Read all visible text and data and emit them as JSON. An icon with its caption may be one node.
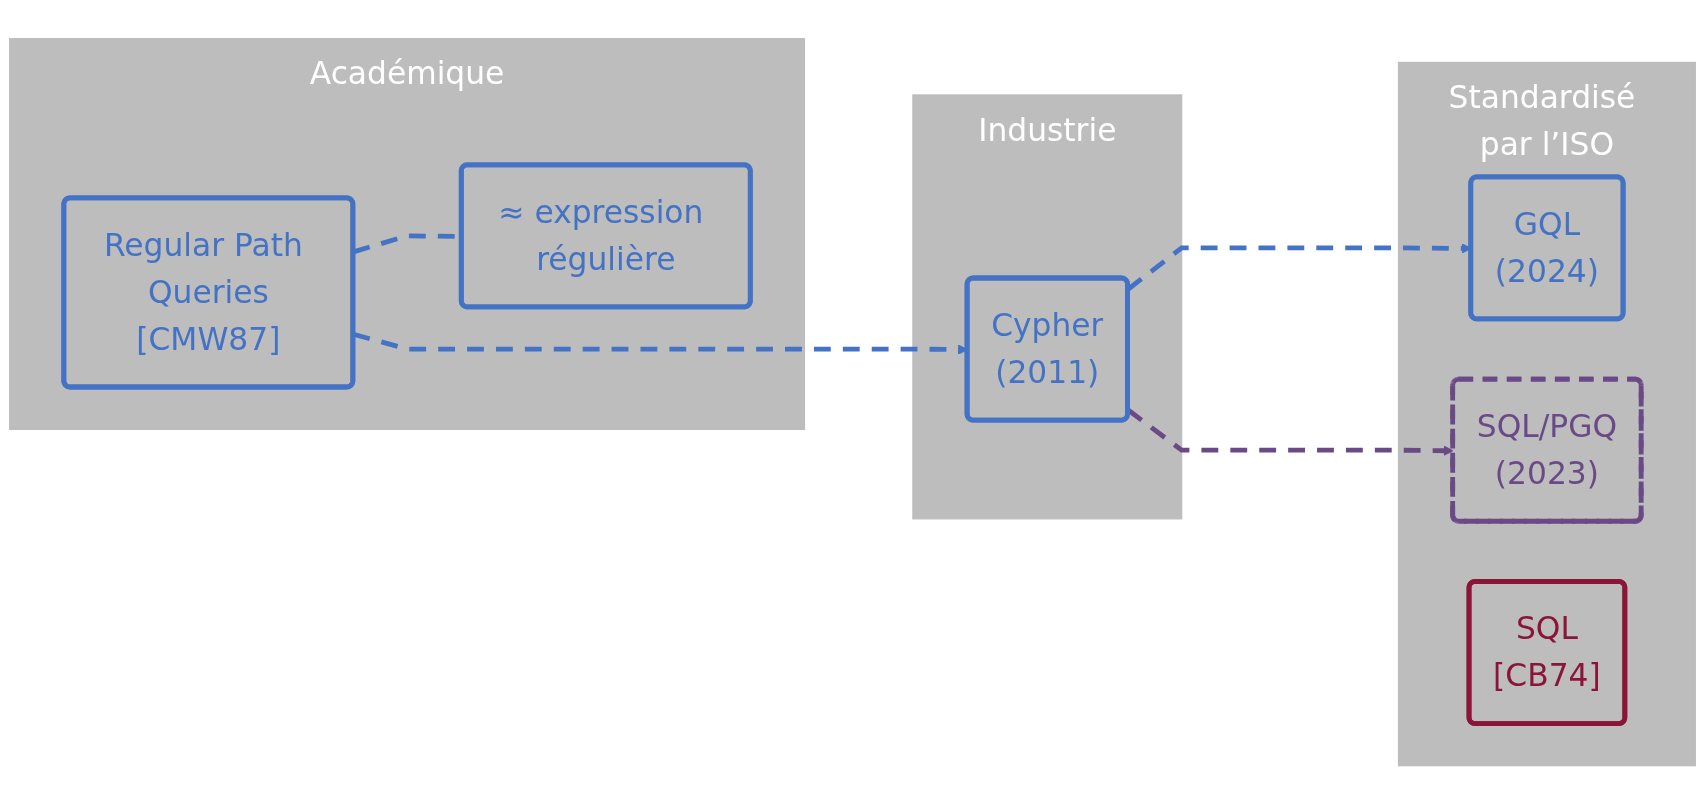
{
  "diagram": {
    "nodes": [
      {
        "text": [
          "Académique"
        ]
      },
      {
        "text": [
          "Regular Path Queries",
          "[CMW87]"
        ],
        "in": 0
      },
      {
        "text": [
          "≈ expression régulière"
        ],
        "in": 0
      },
      {
        "text": [
          "Industrie"
        ]
      },
      {
        "text": [
          "Cypher",
          "(2011)"
        ],
        "in": 3
      },
      {
        "text": [
          "Standardisé par l’ISO"
        ]
      },
      {
        "text": [
          "GQL",
          "(2024)"
        ],
        "in": 5
      },
      {
        "text": [
          "SQL/PGQ",
          "(2023)"
        ],
        "in": 5
      },
      {
        "text": [
          "SQL",
          "[CB74]"
        ],
        "in": 5
      }
    ],
    "edges": [
      {
        "from": 1,
        "to": 4,
        "arrow": "to",
        "style": "dashed"
      },
      {
        "from": 1,
        "to": 2,
        "arrow": "none",
        "style": "dashed"
      },
      {
        "from": 4,
        "to": 6,
        "arrow": "to",
        "style": "dashed"
      },
      {
        "from": 4,
        "to": 7,
        "arrow": "to",
        "style": "dashed",
        "color": "#6a4a86"
      }
    ]
  }
}
